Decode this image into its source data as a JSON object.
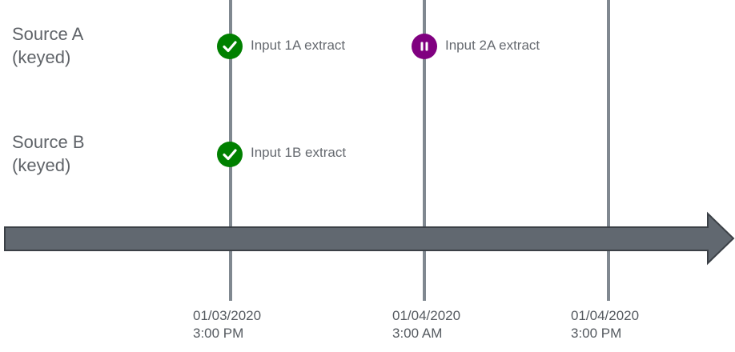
{
  "colors": {
    "completed": "#008000",
    "paused": "#800080",
    "timeline": "#616870",
    "gridline": "#808890",
    "text": "#5f6368"
  },
  "sources": [
    {
      "name": "Source A",
      "qualifier": "(keyed)"
    },
    {
      "name": "Source B",
      "qualifier": "(keyed)"
    }
  ],
  "events": [
    {
      "label": "Input 1A extract",
      "status": "completed",
      "icon": "check-circle-icon"
    },
    {
      "label": "Input 2A extract",
      "status": "paused",
      "icon": "pause-circle-icon"
    },
    {
      "label": "Input 1B extract",
      "status": "completed",
      "icon": "check-circle-icon"
    }
  ],
  "timepoints": [
    {
      "date": "01/03/2020",
      "time": "3:00 PM"
    },
    {
      "date": "01/04/2020",
      "time": "3:00 AM"
    },
    {
      "date": "01/04/2020",
      "time": "3:00 PM"
    }
  ]
}
